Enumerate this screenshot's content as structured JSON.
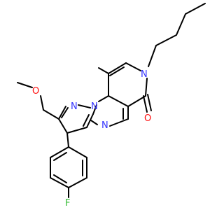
{
  "colors": {
    "bond": "#000000",
    "nitrogen": "#3333ff",
    "oxygen": "#ff0d0d",
    "fluorine": "#33bb33",
    "background": "#ffffff"
  },
  "atoms": {
    "n_pyridone": "N",
    "o_carbonyl": "O",
    "n_pyrazole_1": "N",
    "n_pyrazole_2": "N",
    "n_pyrimidine": "N",
    "o_ether": "O",
    "f_fluoro": "F"
  }
}
